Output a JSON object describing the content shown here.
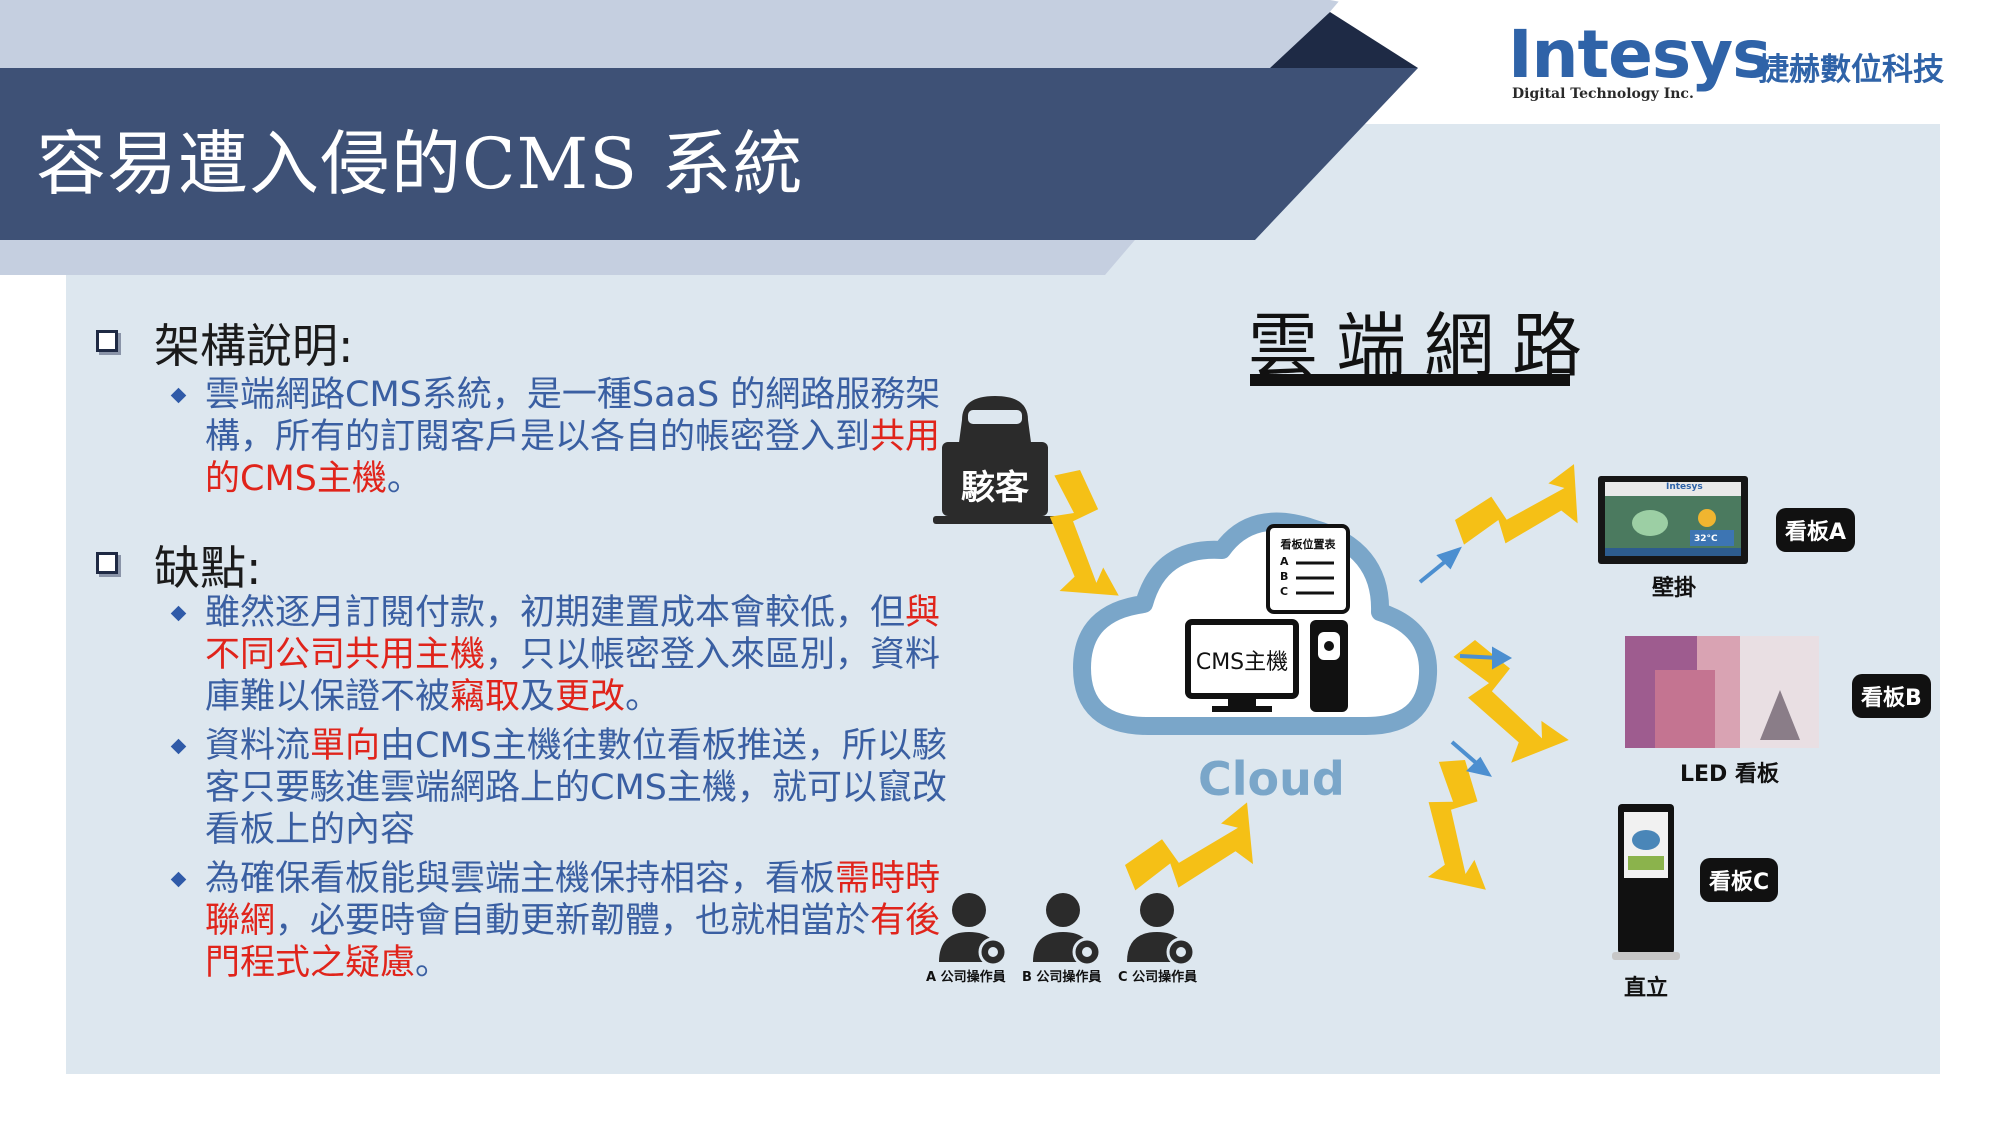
{
  "title": "容易遭入侵的CMS 系統",
  "logo": {
    "wordmark": "Intesys",
    "chinese": "捷赫數位科技",
    "subtitle": "Digital Technology Inc."
  },
  "sections": [
    {
      "heading": "架構說明:",
      "bullets": [
        [
          {
            "t": "雲端網路CMS系統，是一種SaaS  的網路服務架構，所有的訂閱客戶是以各自的帳密登入到"
          },
          {
            "t": "共用的CMS主機",
            "red": true
          },
          {
            "t": "。"
          }
        ]
      ]
    },
    {
      "heading": "缺點:",
      "bullets": [
        [
          {
            "t": "雖然逐月訂閱付款，初期建置成本會較低，但"
          },
          {
            "t": "與不同公司共用主機",
            "red": true
          },
          {
            "t": "，只以帳密登入來區別，資料庫難以保證不被"
          },
          {
            "t": "竊取",
            "red": true
          },
          {
            "t": "及"
          },
          {
            "t": "更改",
            "red": true
          },
          {
            "t": "。"
          }
        ],
        [
          {
            "t": "資料流"
          },
          {
            "t": "單向",
            "red": true
          },
          {
            "t": "由CMS主機往數位看板推送，所以駭客只要駭進雲端網路上的CMS主機，就可以竄改看板上的內容"
          }
        ],
        [
          {
            "t": "為確保看板能與雲端主機保持相容，看板"
          },
          {
            "t": "需時時聯網",
            "red": true
          },
          {
            "t": "，必要時會自動更新韌體，也就相當於"
          },
          {
            "t": "有後門程式之疑慮",
            "red": true
          },
          {
            "t": "。"
          }
        ]
      ]
    }
  ],
  "diagram": {
    "heading": "雲端網路",
    "hacker_label": "駭客",
    "cloud_label": "Cloud",
    "cms_label": "CMS主機",
    "list_title": "看板位置表",
    "list_items": [
      "A",
      "B",
      "C"
    ],
    "boards": [
      {
        "tag": "看板A",
        "caption": "壁掛"
      },
      {
        "tag": "看板B",
        "caption": "LED 看板"
      },
      {
        "tag": "看板C",
        "caption": "直立"
      }
    ],
    "screen_brand": "Intesys",
    "screen_temp": "32°C",
    "operators": [
      "A 公司操作員",
      "B 公司操作員",
      "C 公司操作員"
    ]
  },
  "colors": {
    "navy": "#3e5176",
    "band": "#c5cfe0",
    "panel": "#dde7ef",
    "cloud": "#7aa6c9",
    "bolt": "#f5c016",
    "text_blue": "#3a5fa2",
    "red": "#e0241b"
  }
}
